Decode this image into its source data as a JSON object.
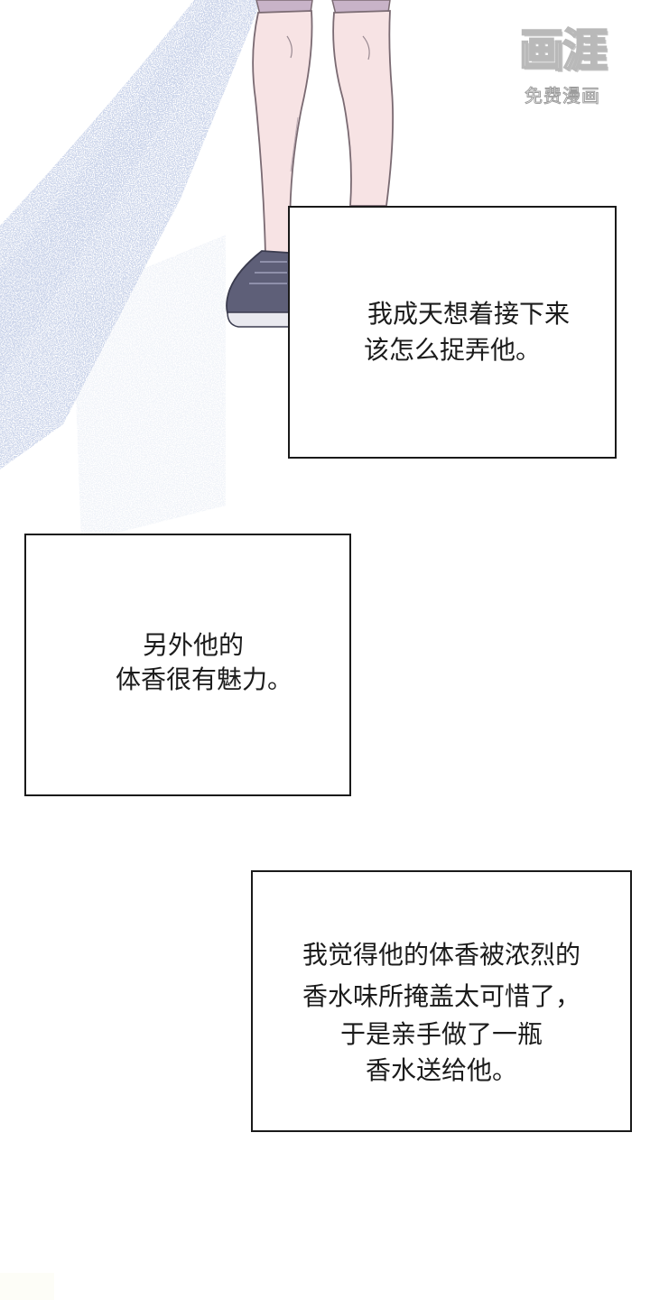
{
  "watermark": {
    "logo_text": "画涯",
    "subtitle": "免费漫画"
  },
  "captions": [
    {
      "lines": [
        "我成天想着接下来",
        "该怎么捉弄他。"
      ]
    },
    {
      "lines": [
        "另外他的",
        "体香很有魅力。"
      ]
    },
    {
      "lines": [
        "我觉得他的体香被浓烈的",
        "香水味所掩盖太可惜了，",
        "于是亲手做了一瓶",
        "香水送给他。"
      ]
    }
  ],
  "colors": {
    "background": "#ffffff",
    "skin": "#f7e3e4",
    "skin_outline": "#7a6a72",
    "shorts": "#c8b3c8",
    "shoe": "#5e5f78",
    "shoe_sole": "#e9e9ef",
    "spray": "#a9b6d6"
  }
}
